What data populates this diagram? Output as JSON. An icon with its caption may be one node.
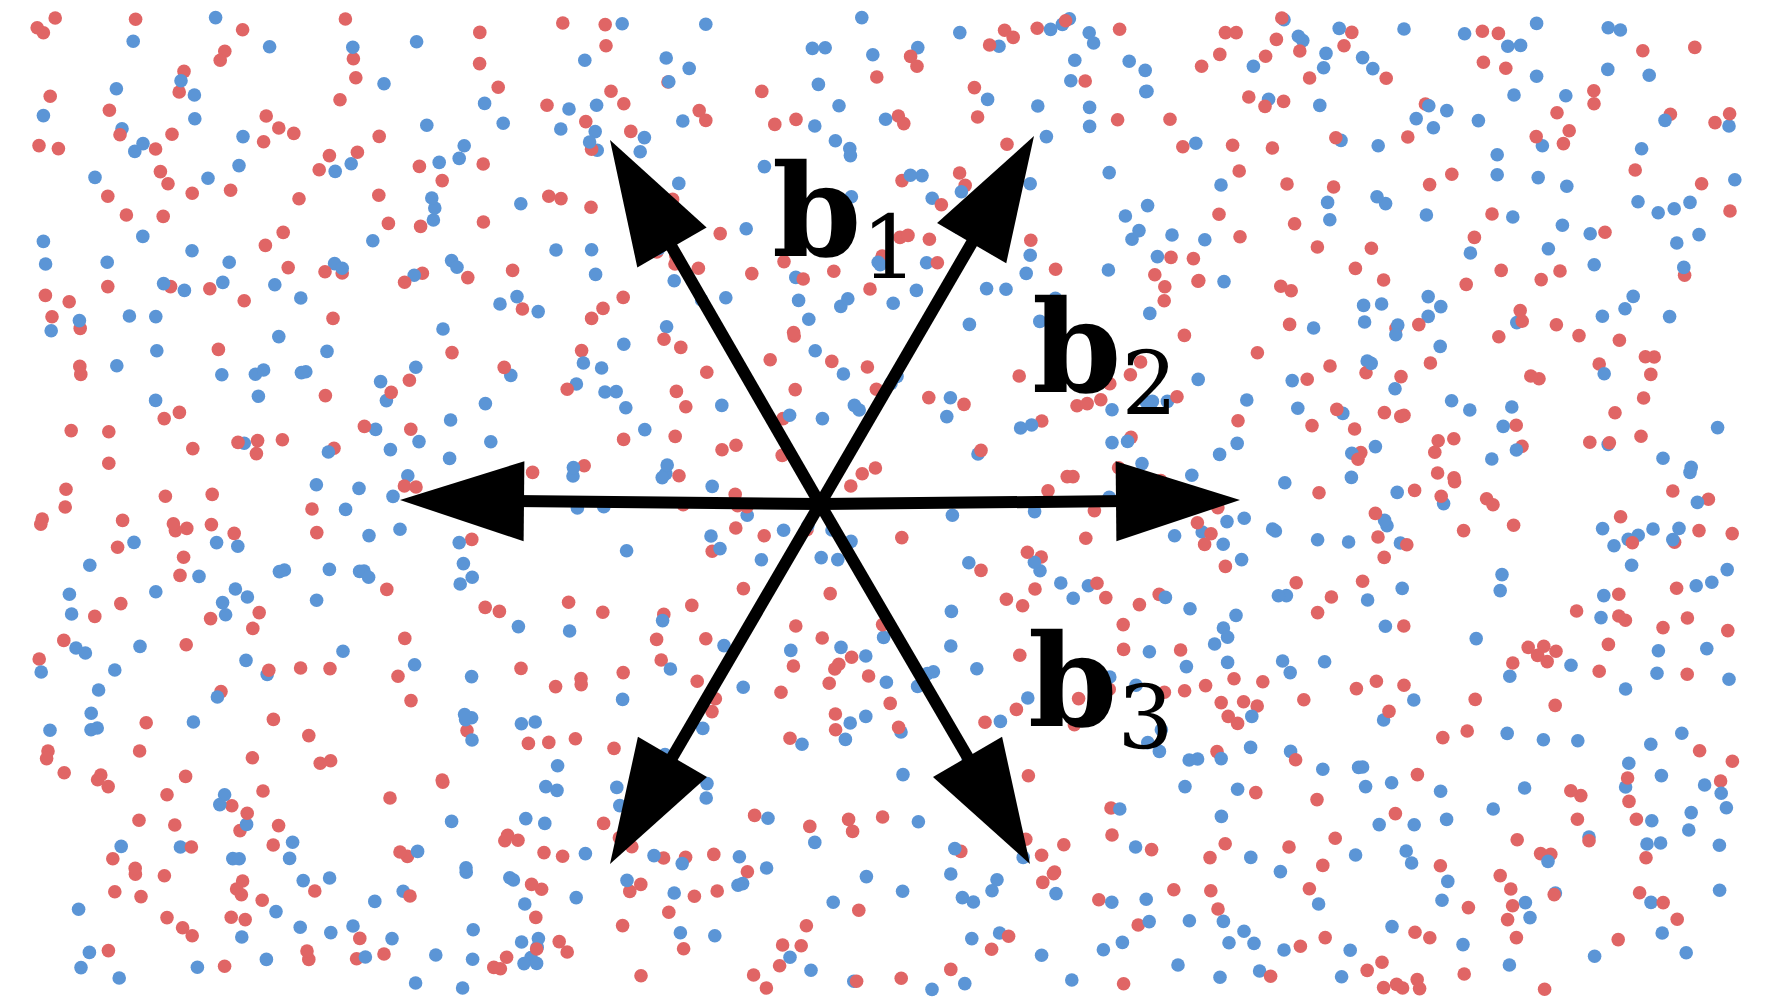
{
  "diagram": {
    "labels": [
      "b$_{1}$",
      "b$_{2}$",
      "b$_{3}$"
    ]
  }
}
